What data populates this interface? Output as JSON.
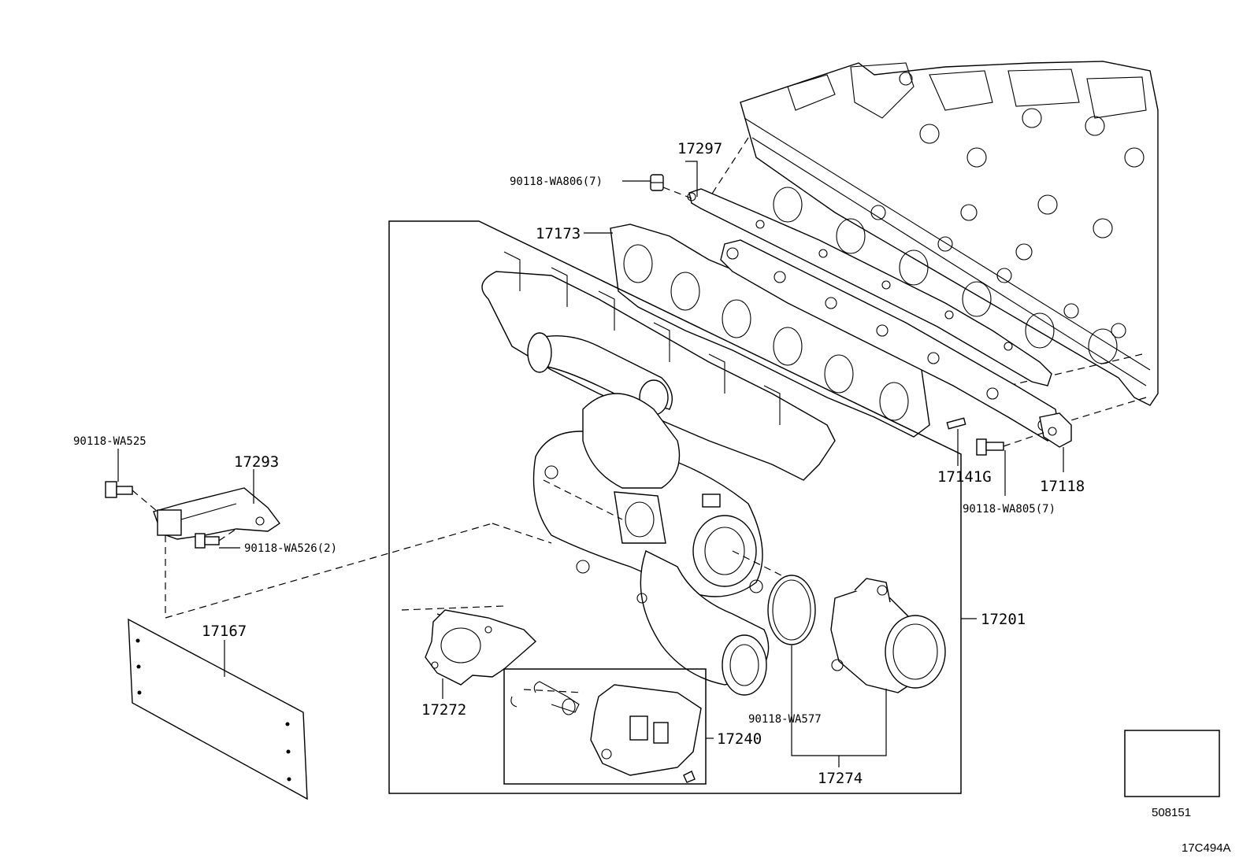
{
  "labels": {
    "p17297": "17297",
    "p90118_wa806": "90118-WA806(7)",
    "p17173": "17173",
    "p90118_wa525": "90118-WA525",
    "p17293": "17293",
    "p90118_wa526": "90118-WA526(2)",
    "p17167": "17167",
    "p17141g": "17141G",
    "p17118": "17118",
    "p90118_wa805": "90118-WA805(7)",
    "p17201": "17201",
    "p17272": "17272",
    "p17240": "17240",
    "p90118_wa577": "90118-WA577",
    "p17274": "17274",
    "p508151": "508151"
  },
  "diagram_code": "17C494A"
}
